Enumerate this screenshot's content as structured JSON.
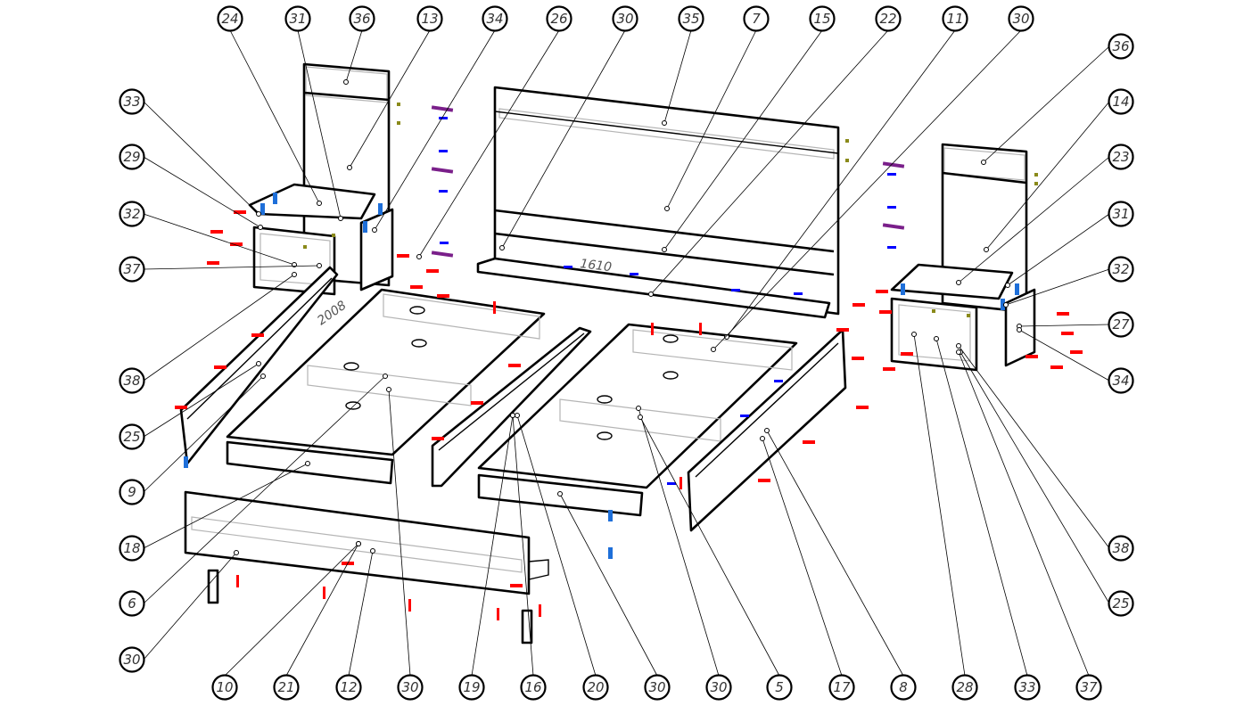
{
  "diagram": {
    "title": "Exploded assembly drawing — double bed with two nightstands",
    "dimension_labels": {
      "headboard_width": "1610",
      "side_panel_length": "2008"
    },
    "callouts": {
      "top": [
        "24",
        "31",
        "36",
        "13",
        "34",
        "26",
        "30",
        "35",
        "7",
        "15",
        "22",
        "11",
        "30"
      ],
      "left": [
        "33",
        "29",
        "32",
        "37",
        "38",
        "25",
        "9",
        "18",
        "6",
        "30"
      ],
      "right": [
        "36",
        "14",
        "23",
        "31",
        "32",
        "27",
        "34",
        "38",
        "25"
      ],
      "bottom": [
        "10",
        "21",
        "12",
        "30",
        "19",
        "16",
        "20",
        "30",
        "30",
        "5",
        "17",
        "8",
        "28",
        "33",
        "37"
      ]
    },
    "hardware_colors": {
      "confirmat_screw": "#ff0000",
      "dowel": "#0000ff",
      "cam_connector": "#1e6fd9",
      "bolt": "#7a1f8a",
      "shelf_pin": "#8a8a1a"
    }
  }
}
